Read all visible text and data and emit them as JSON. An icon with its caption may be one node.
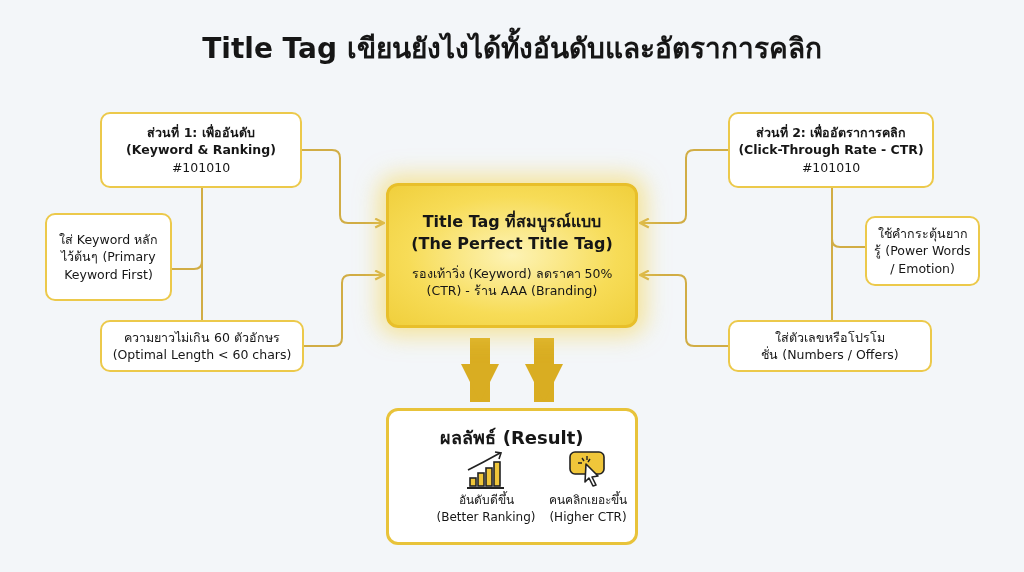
{
  "diagram": {
    "title": "Title Tag เขียนยังไงได้ทั้งอันดับและอัตราการคลิก",
    "nodes": [
      {
        "text": [
          "ส่วนที่ 1: เพื่ออันดับ (Keyword & Ranking)",
          "#101010"
        ]
      },
      {
        "text": [
          "ใส่ Keyword หลักไว้ต้นๆ (Primary Keyword First)"
        ]
      },
      {
        "text": [
          "ความยาวไม่เกิน 60 ตัวอักษร (Optimal Length < 60 chars)"
        ]
      },
      {
        "text": [
          "ส่วนที่ 2: เพื่ออัตราการคลิก (Click-Through Rate - CTR)",
          "#101010"
        ]
      },
      {
        "text": [
          "ใช้คำกระตุ้นยากรู้ (Power Words / Emotion)"
        ]
      },
      {
        "text": [
          "ใส่ตัวเลขหรือโปรโมชั่น (Numbers / Offers)"
        ]
      },
      {
        "text": [
          "Title Tag ที่สมบูรณ์แบบ (The Perfect Title Tag)",
          "รองเท้าวิ่ง (Keyword) ลดราคา 50% (CTR) - ร้าน AAA (Branding)"
        ]
      },
      {
        "text": [
          "ผลลัพธ์ (Result)"
        ]
      }
    ],
    "edges": [
      {
        "from": 0,
        "to": 6,
        "arrow": "to"
      },
      {
        "from": 2,
        "to": 6,
        "arrow": "to"
      },
      {
        "from": 3,
        "to": 6,
        "arrow": "to"
      },
      {
        "from": 5,
        "to": 6,
        "arrow": "to"
      },
      {
        "from": 0,
        "to": 1,
        "arrow": "none"
      },
      {
        "from": 0,
        "to": 2,
        "arrow": "none"
      },
      {
        "from": 3,
        "to": 4,
        "arrow": "none"
      },
      {
        "from": 3,
        "to": 5,
        "arrow": "none"
      },
      {
        "from": 6,
        "to": 7,
        "arrow": "to",
        "style": "thick"
      },
      {
        "from": 6,
        "to": 7,
        "arrow": "to",
        "style": "thick"
      }
    ],
    "labels": [
      "อันดับดีขึ้น (Better Ranking)",
      "คนคลิกเยอะขึ้น (Higher CTR)"
    ]
  }
}
